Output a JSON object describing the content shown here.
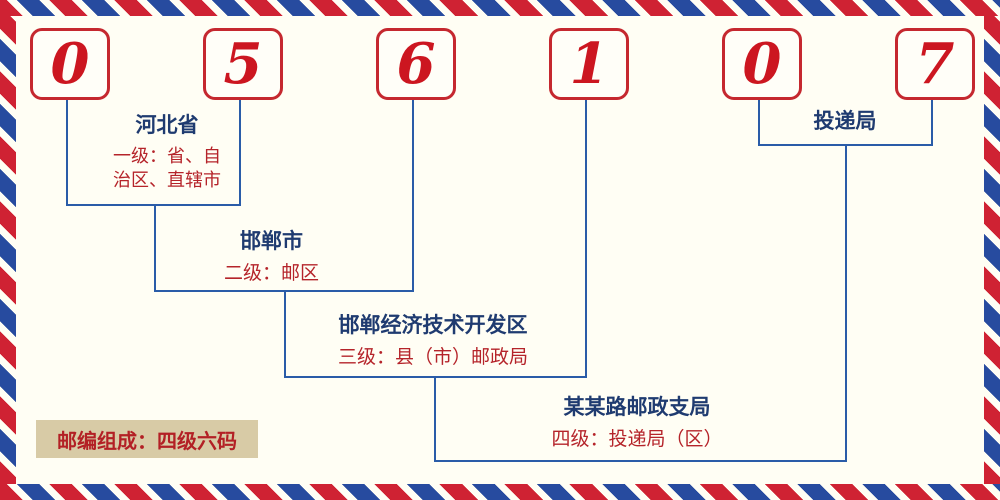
{
  "postal_code": {
    "digits": [
      "0",
      "5",
      "6",
      "1",
      "0",
      "7"
    ]
  },
  "levels": [
    {
      "name": "河北省",
      "desc": "一级：省、自治区、直辖市"
    },
    {
      "name": "邯郸市",
      "desc": "二级：邮区"
    },
    {
      "name": "邯郸经济技术开发区",
      "desc": "三级：县（市）邮政局"
    },
    {
      "name": "某某路邮政支局",
      "desc": "四级：投递局（区）"
    },
    {
      "name": "投递局",
      "desc": ""
    }
  ],
  "footer": {
    "note": "邮编组成：四级六码"
  },
  "colors": {
    "digit_red": "#cc1620",
    "box_border_red": "#c5282f",
    "line_blue": "#2a5ca8",
    "name_navy": "#1f3b70",
    "desc_red": "#b5242a",
    "footer_bg": "#d8cba6",
    "background": "#fffef4"
  }
}
